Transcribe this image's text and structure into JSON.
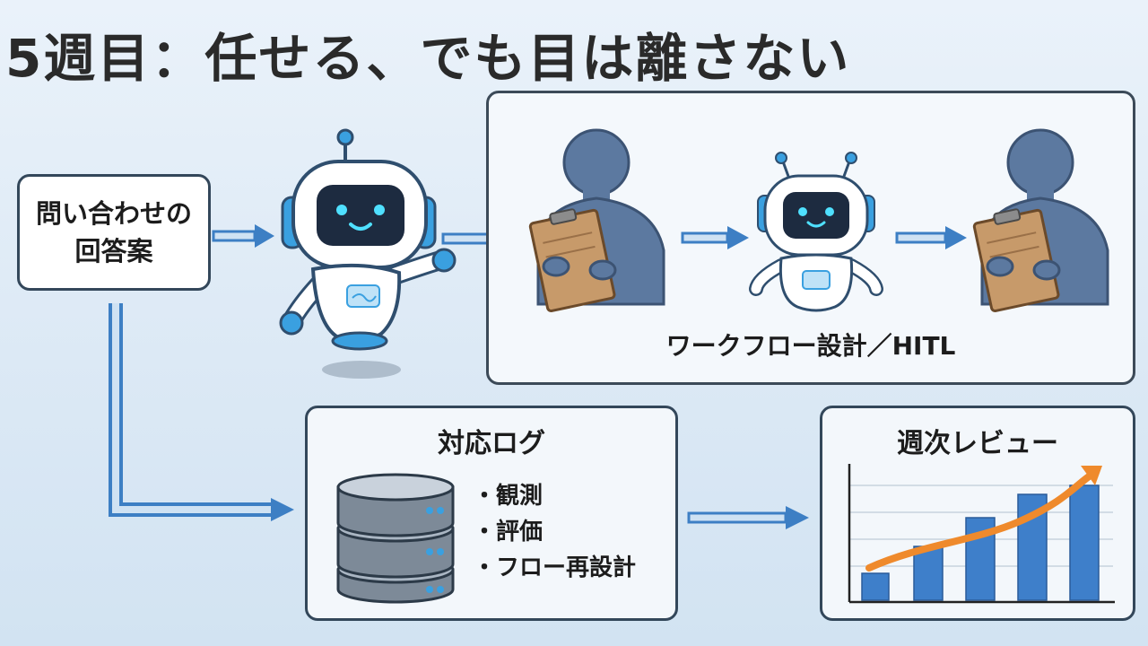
{
  "title": "5週目：任せる、でも目は離さない",
  "inquiry": {
    "line1": "問い合わせの",
    "line2": "回答案"
  },
  "workflow": {
    "label": "ワークフロー設計／HITL"
  },
  "log": {
    "title": "対応ログ",
    "items": [
      "・観測",
      "・評価",
      "・フロー再設計"
    ]
  },
  "review": {
    "title": "週次レビュー"
  },
  "colors": {
    "arrow": "#3d7fc4",
    "robot_accent": "#3aa0e0",
    "person": "#5c79a0",
    "bars": "#3e7fca",
    "trend": "#ef8a2c"
  }
}
